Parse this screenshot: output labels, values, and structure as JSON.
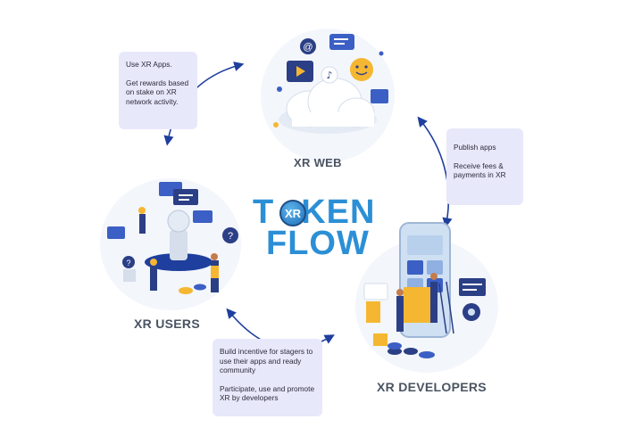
{
  "logo": {
    "line1_a": "T",
    "line1_b": "KEN",
    "badge": "XR",
    "line2": "FLOW"
  },
  "nodes": {
    "web": "XR WEB",
    "users": "XR USERS",
    "developers": "XR DEVELOPERS"
  },
  "notes": {
    "users_to_web": {
      "p1": "Use XR Apps.",
      "p2": "Get rewards based on stake on XR network activity."
    },
    "web_to_developers": {
      "p1": "Publish apps",
      "p2": "Receive fees & payments in XR"
    },
    "developers_to_users": {
      "p1": "Build incentive for stagers to use their apps and ready community",
      "p2": "Participate, use and promote XR by developers"
    }
  },
  "colors": {
    "accent": "#2c8fd6",
    "arrow": "#1f3f9e",
    "note_bg": "#e8e8fb",
    "label": "#4a5462",
    "highlight": "#f5b731"
  },
  "icons": [
    "cloud-icon",
    "at-sign-icon",
    "music-note-icon",
    "smiley-icon",
    "play-icon",
    "chat-bubble-icon",
    "question-mark-icon",
    "smartphone-icon",
    "gear-icon",
    "coin-icon"
  ]
}
